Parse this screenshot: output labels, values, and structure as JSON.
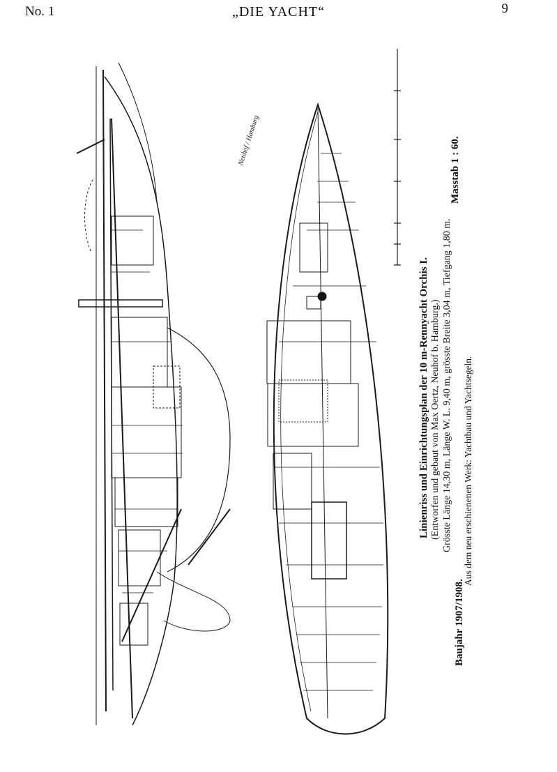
{
  "header": {
    "issue": "No. 1",
    "magazine": "„DIE YACHT“",
    "page_number": "9"
  },
  "caption": {
    "title": "Linienriss und Einrichtungsplan der 10 m-Rennyacht Orchis I.",
    "designer": "(Entworfen und gebaut von Max Oertz, Neuhof b. Hamburg.)",
    "dimensions": "Grösste Länge 14,30 m, Länge W. L. 9,40 m, grösste Breite 3,04 m, Tiefgang 1,80 m.",
    "source": "Aus dem neu erschienenen Werk: Yachtbau und Yachtsegeln.",
    "year": "Baujahr 1907/1908.",
    "scale": "Masstab 1 : 60."
  }
}
